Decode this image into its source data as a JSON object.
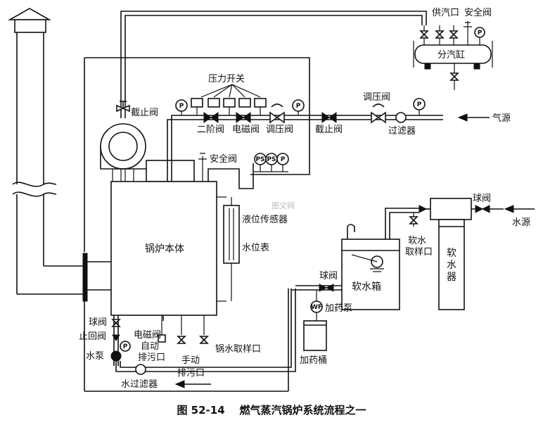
{
  "labels": {
    "gong_qi_kou": "供汽口",
    "an_quan_fa_top": "安全阀",
    "fen_qi_gang": "分汽缸",
    "ya_li_kai_guan": "压力开关",
    "jie_zhi_fa_left": "截止阀",
    "er_jie_fa": "二阶阀",
    "dian_ci_fa_top": "电磁阀",
    "tiao_ya_fa_1": "调压阀",
    "jie_zhi_fa_mid": "截止阀",
    "tiao_ya_fa_2": "调压阀",
    "guo_lv_qi": "过滤器",
    "qi_yuan": "气源",
    "an_quan_fa_mid": "安全阀",
    "ye_wei_chuan_gan_qi": "液位传感器",
    "shui_wei_biao": "水位表",
    "guo_lu_ben_ti": "锅炉本体",
    "qiu_fa_right": "球阀",
    "shui_yuan": "水源",
    "ruan_shui_qu_yang_kou_1": "软水",
    "ruan_shui_qu_yang_kou_2": "取样口",
    "ruan_shui_qi": "软水器",
    "ruan_shui_xiang": "软水箱",
    "qiu_fa_mid": "球阀",
    "jia_yao_beng": "加药泵",
    "jia_yao_tong": "加药桶",
    "qiu_fa_left": "球阀",
    "zhi_hui_fa": "止回阀",
    "shui_beng": "水泵",
    "dian_ci_fa_bottom": "电磁阀",
    "zi_dong_1": "自动",
    "zi_dong_2": "排污口",
    "shou_dong_1": "手动",
    "shou_dong_2": "排污口",
    "guo_shui_qu_yang_kou": "锅水取样口",
    "shui_guo_lv_qi": "水过滤器"
  },
  "gauge_marks": {
    "p": "P",
    "ps": "PS",
    "wf": "WF"
  },
  "watermark": "图文网",
  "caption": "图 52-14    燃气蒸汽锅炉系统流程之一",
  "colors": {
    "line": "#111111",
    "background": "#ffffff"
  }
}
